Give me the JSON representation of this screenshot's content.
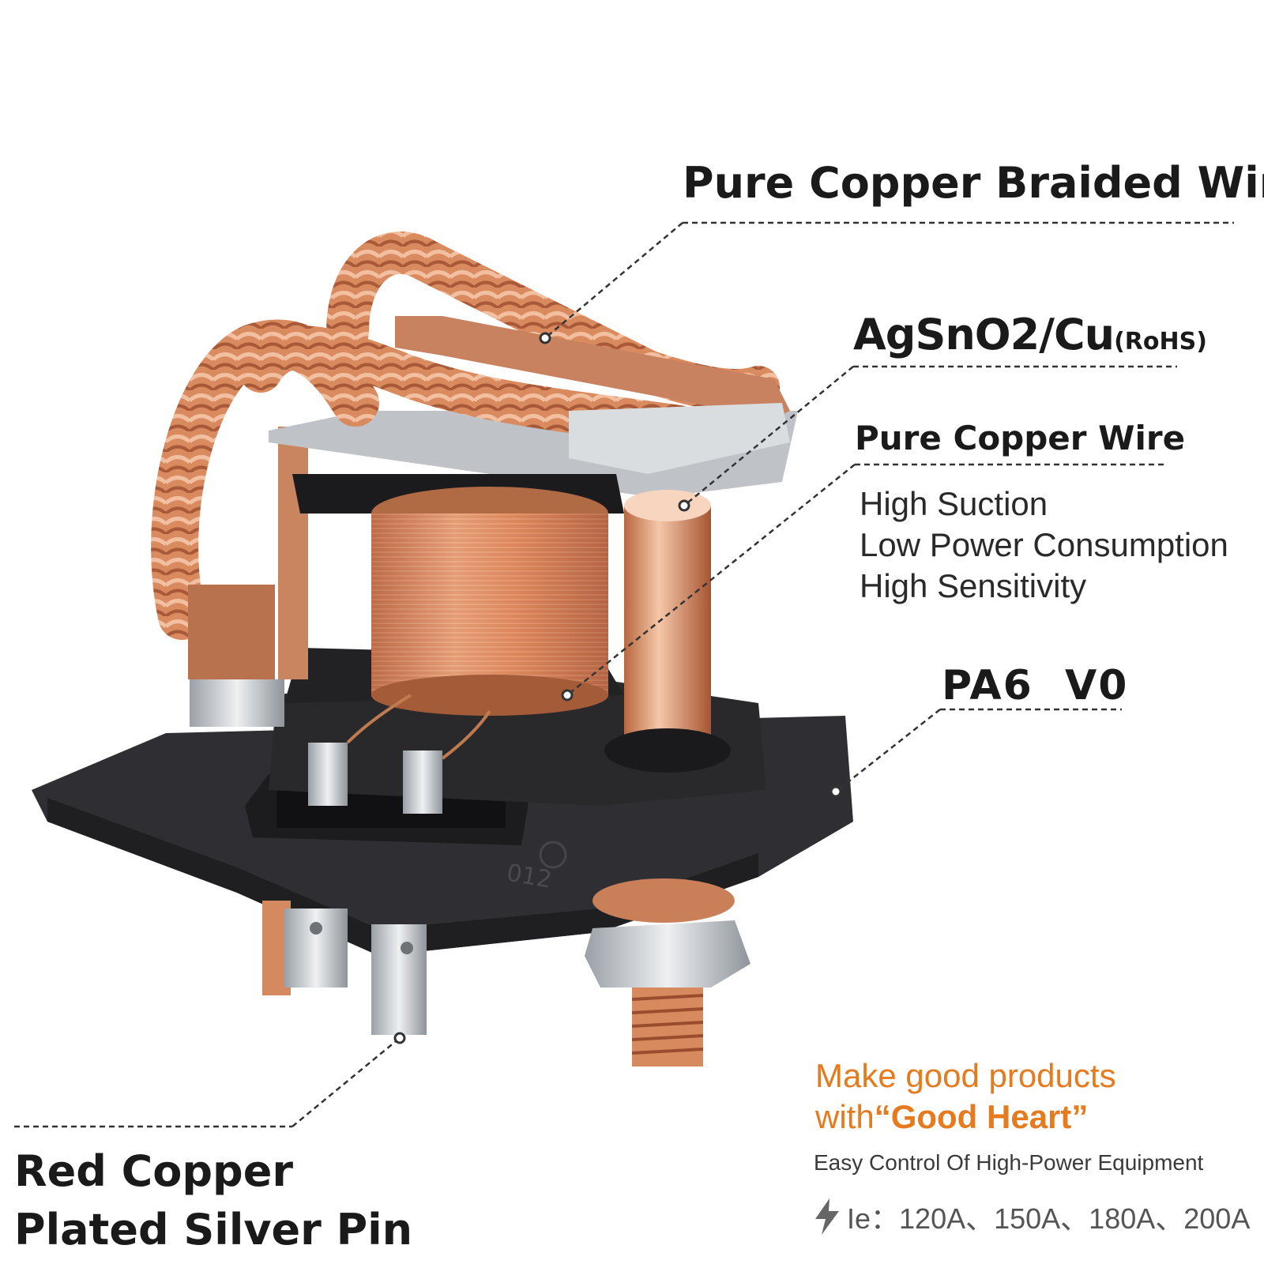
{
  "labels": {
    "braided_wire": "Pure Copper Braided Wire",
    "contact_material": "AgSnO2/Cu",
    "contact_rohs": "(RoHS)",
    "copper_wire": "Pure Copper Wire",
    "features": [
      "High Suction",
      "Low Power Consumption",
      "High Sensitivity"
    ],
    "housing_material": "PA6  V0",
    "pin_line1": "Red Copper",
    "pin_line2": "Plated Silver Pin"
  },
  "product_marking": "012",
  "slogan": {
    "line1": "Make good products",
    "line2_prefix": "with",
    "line2_emphasis": "“Good Heart”"
  },
  "tagline": "Easy Control Of High-Power Equipment",
  "current_rating": "Ie：120A、150A、180A、200A",
  "icons": [
    "lightning-icon"
  ],
  "colors": {
    "accent_orange": "#e67a1e",
    "copper": "#d98a5f",
    "housing": "#2f2f33",
    "text": "#1a1a1a"
  }
}
